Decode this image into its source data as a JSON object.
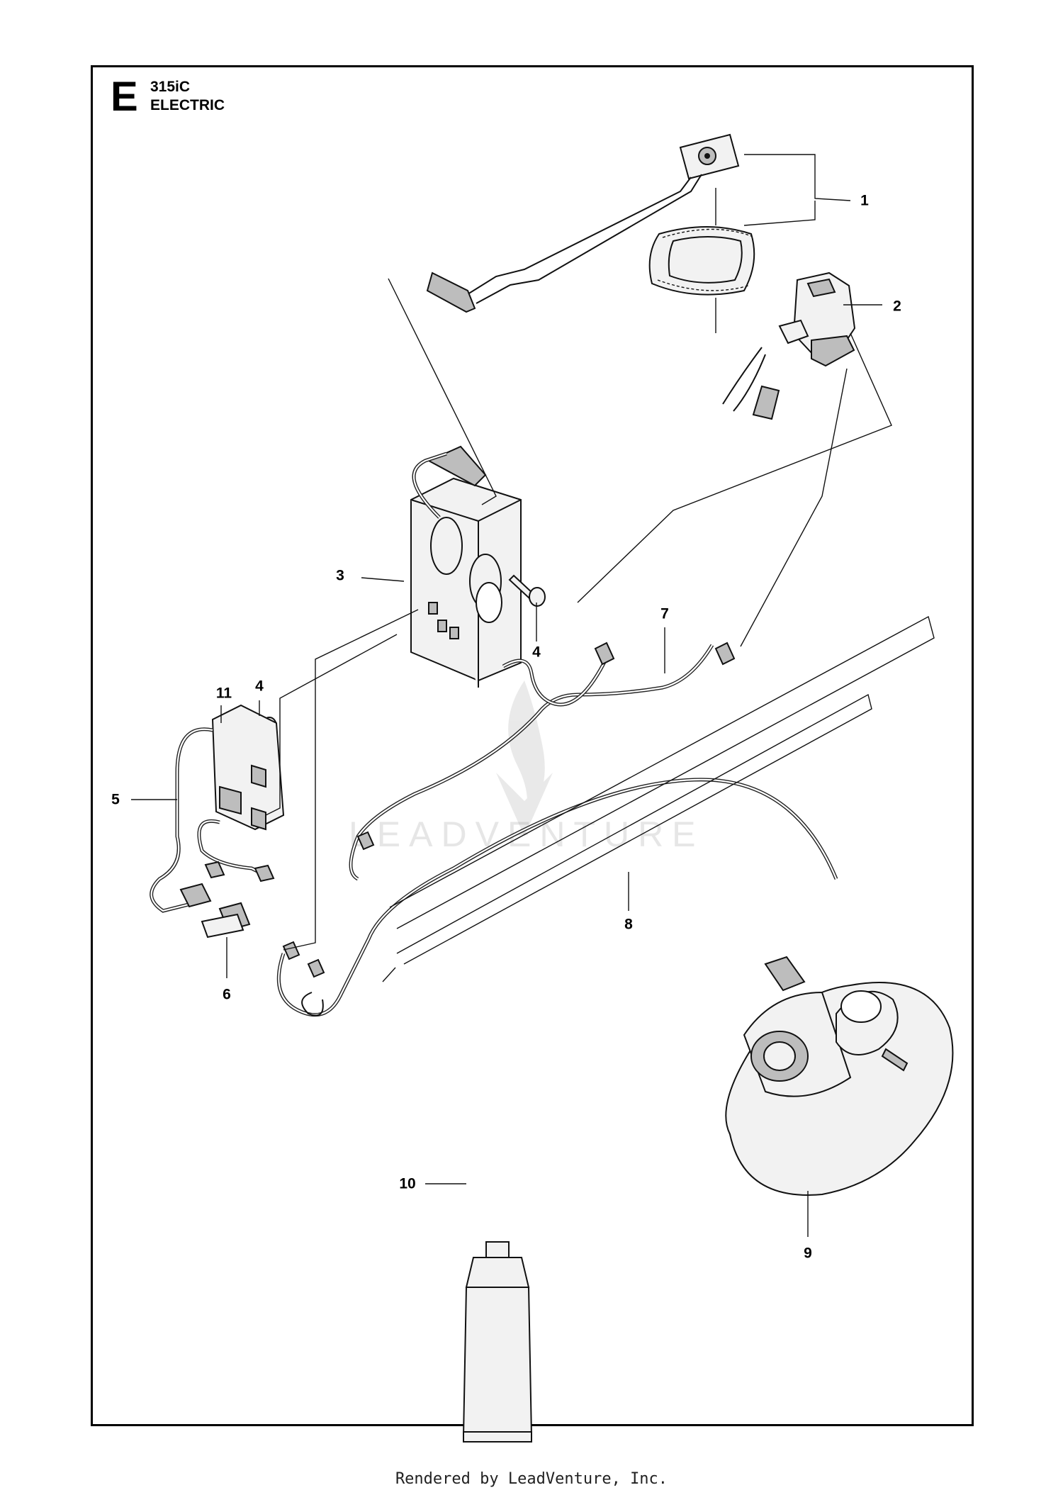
{
  "section": {
    "letter": "E",
    "model": "315iC",
    "name": "ELECTRIC"
  },
  "callouts": [
    {
      "id": "c1",
      "label": "1"
    },
    {
      "id": "c2",
      "label": "2"
    },
    {
      "id": "c3",
      "label": "3"
    },
    {
      "id": "c4a",
      "label": "4"
    },
    {
      "id": "c4b",
      "label": "4"
    },
    {
      "id": "c5",
      "label": "5"
    },
    {
      "id": "c6",
      "label": "6"
    },
    {
      "id": "c7",
      "label": "7"
    },
    {
      "id": "c8",
      "label": "8"
    },
    {
      "id": "c9",
      "label": "9"
    },
    {
      "id": "c10",
      "label": "10"
    },
    {
      "id": "c11",
      "label": "11"
    }
  ],
  "watermark": "LEADVENTURE",
  "footer": "Rendered by LeadVenture, Inc."
}
